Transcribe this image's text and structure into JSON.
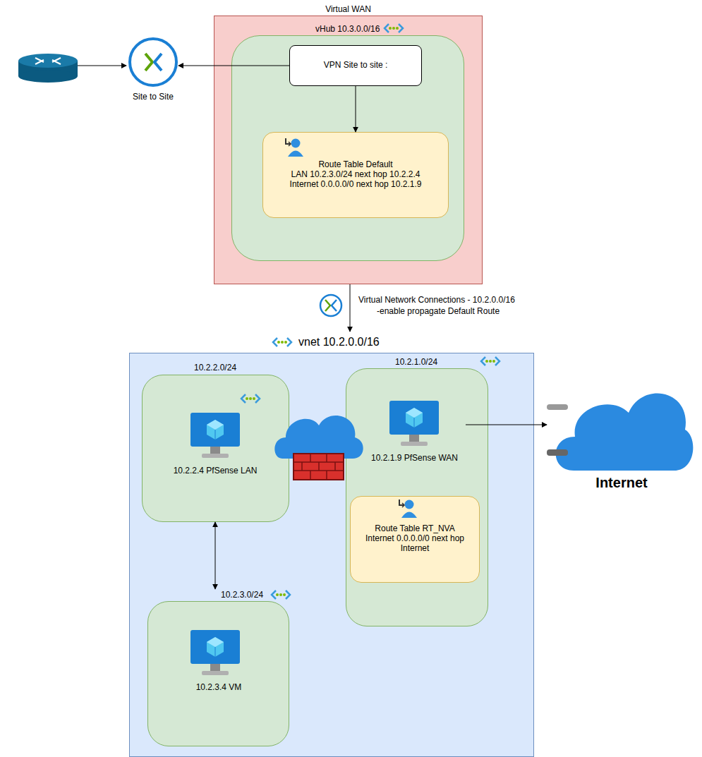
{
  "diagram": {
    "nodes": [
      {
        "text": [
          "Virtual WAN"
        ]
      },
      {
        "text": [
          "vHub 10.3.0.0/16"
        ],
        "in": 0
      },
      {
        "text": [
          "VPN Site to site :"
        ],
        "in": 1
      },
      {
        "text": [
          "Route Table Default",
          "LAN 10.2.3.0/24 next hop 10.2.2.4",
          "Internet 0.0.0.0/0 next hop 10.2.1.9"
        ],
        "in": 1
      },
      {
        "text": [
          "Site to Site"
        ]
      },
      {
        "text": [
          "vnet 10.2.0.0/16"
        ]
      },
      {
        "text": [
          "10.2.2.0/24"
        ],
        "in": 5
      },
      {
        "text": [
          "10.2.2.4 PfSense LAN"
        ],
        "in": 6
      },
      {
        "text": [
          "10.2.1.0/24"
        ],
        "in": 5
      },
      {
        "text": [
          "10.2.1.9 PfSense WAN"
        ],
        "in": 8
      },
      {
        "text": [
          "Route Table RT_NVA",
          "Internet 0.0.0.0/0 next hop Internet"
        ],
        "in": 8
      },
      {
        "text": [
          "10.2.3.0/24"
        ],
        "in": 5
      },
      {
        "text": [
          "10.2.3.4 VM"
        ],
        "in": 11
      },
      {
        "text": [
          "Internet"
        ]
      }
    ],
    "edges": [
      {
        "from": 2,
        "to": 4,
        "arrow": "to"
      },
      {
        "from": 2,
        "to": 3,
        "arrow": "to"
      },
      {
        "from": 0,
        "to": 5,
        "arrow": "to"
      },
      {
        "from": 6,
        "to": 11,
        "arrow": "both"
      },
      {
        "from": 9,
        "to": 13,
        "arrow": "to"
      }
    ],
    "labels": [
      "Virtual Network Connections - 10.2.0.0/16",
      "-enable propagate Default Route"
    ]
  }
}
